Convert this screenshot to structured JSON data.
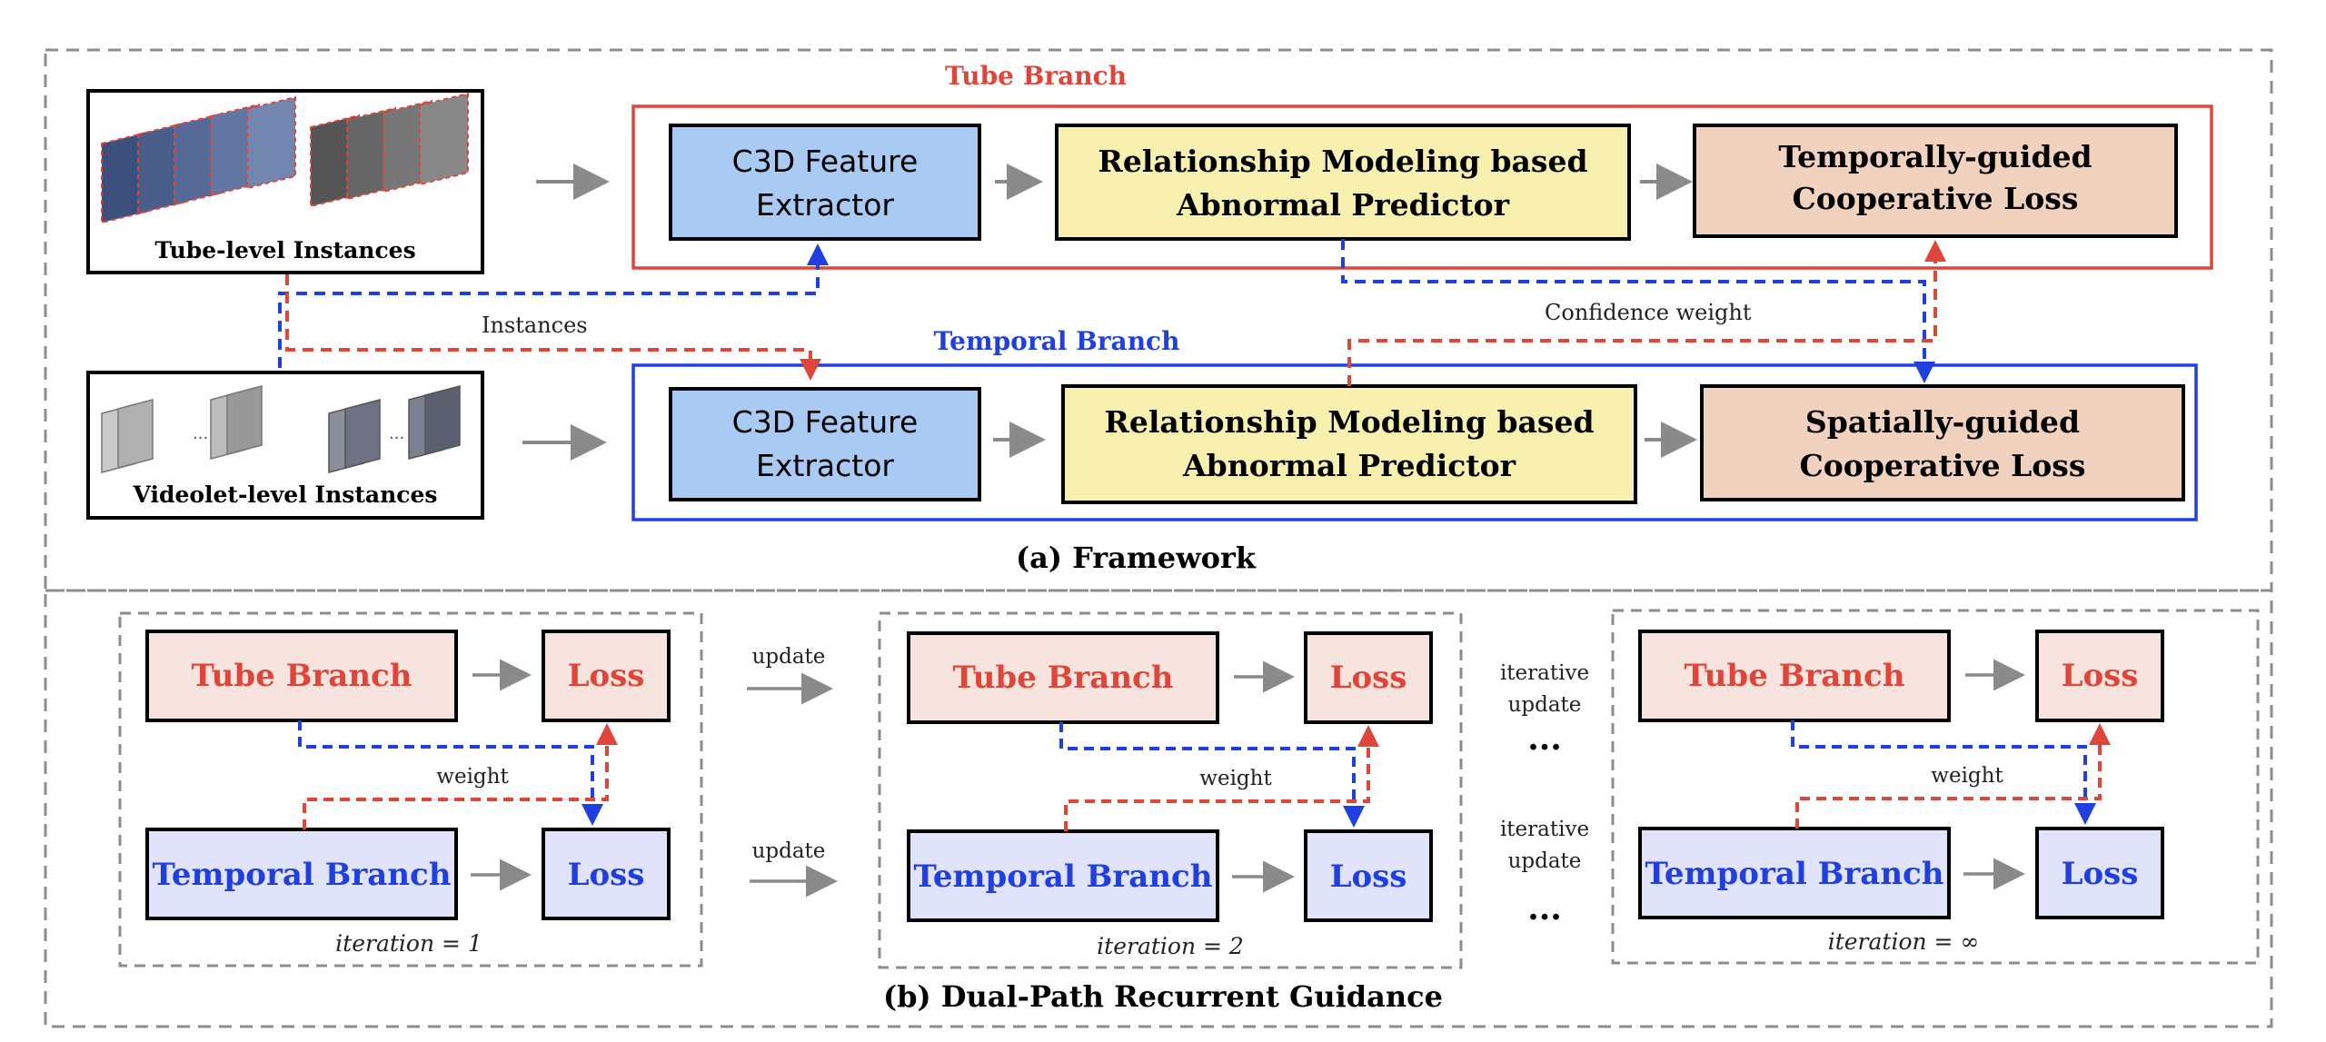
{
  "framework": {
    "caption": "(a) Framework",
    "tube_branch_title": "Tube Branch",
    "temporal_branch_title": "Temporal Branch",
    "tube_instances_label": "Tube-level Instances",
    "videolet_instances_label": "Videolet-level Instances",
    "instances_label": "Instances",
    "confidence_weight_label": "Confidence weight",
    "tube_row": {
      "extractor": [
        "C3D Feature",
        "Extractor"
      ],
      "predictor": [
        "Relationship Modeling based",
        "Abnormal Predictor"
      ],
      "loss": [
        "Temporally-guided",
        "Cooperative  Loss"
      ]
    },
    "temporal_row": {
      "extractor": [
        "C3D Feature",
        "Extractor"
      ],
      "predictor": [
        "Relationship Modeling based",
        "Abnormal Predictor"
      ],
      "loss": [
        "Spatially-guided",
        "Cooperative  Loss"
      ]
    }
  },
  "guidance": {
    "caption": "(b) Dual-Path Recurrent Guidance",
    "panels": [
      {
        "tube": "Tube Branch",
        "temporal": "Temporal Branch",
        "loss_top": "Loss",
        "loss_bottom": "Loss",
        "weight": "weight",
        "iteration": "iteration = 1"
      },
      {
        "tube": "Tube Branch",
        "temporal": "Temporal Branch",
        "loss_top": "Loss",
        "loss_bottom": "Loss",
        "weight": "weight",
        "iteration": "iteration = 2"
      },
      {
        "tube": "Tube Branch",
        "temporal": "Temporal Branch",
        "loss_top": "Loss",
        "loss_bottom": "Loss",
        "weight": "weight",
        "iteration": "iteration = ∞"
      }
    ],
    "update_label_1": "update",
    "update_label_2": "update",
    "iterative_update_1": [
      "iterative",
      "update"
    ],
    "iterative_update_2": [
      "iterative",
      "update"
    ],
    "ellipsis_1": "...",
    "ellipsis_2": "..."
  },
  "colors": {
    "red": "#e0453a",
    "blue": "#1f3fe0",
    "light_blue_fill": "#a9cbf3",
    "yellow_fill": "#f8f0ae",
    "tan_fill": "#f0d2bf",
    "pink_fill": "#f8e4de",
    "lavender_fill": "#e0e3fa",
    "gray_arrow": "#8a8a8a",
    "dash_gray": "#8c8c8c"
  }
}
